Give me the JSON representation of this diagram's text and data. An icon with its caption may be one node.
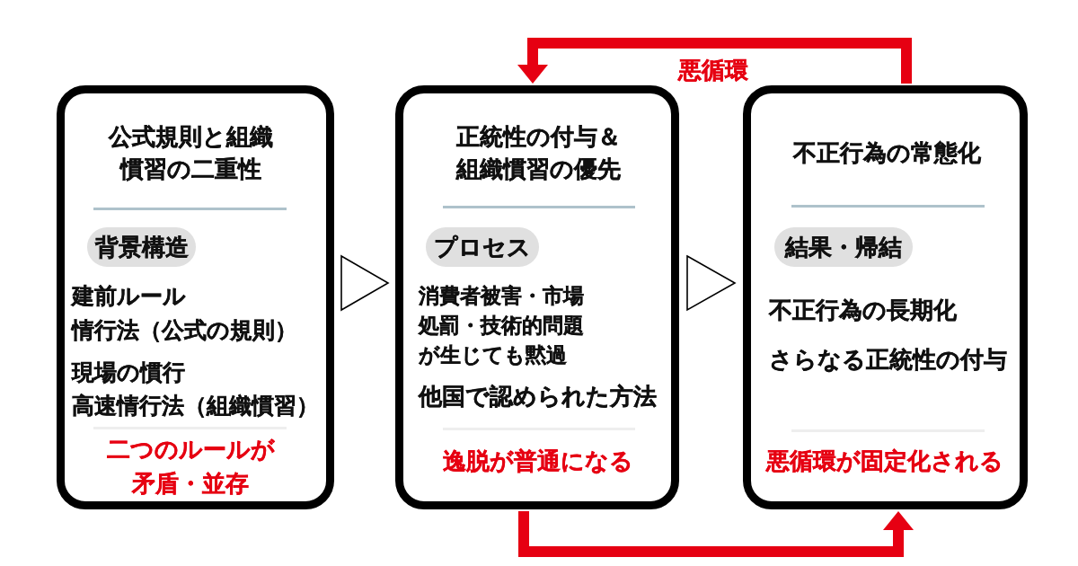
{
  "diagram": {
    "nodes": [
      {
        "text": [
          "公式規則と組織慣習の二重性",
          "建前ルール",
          "情行法（公式の規則）",
          "現場の慣行",
          "高速情行法（組織慣習）",
          "二つのルールが矛盾・並存"
        ]
      },
      {
        "text": [
          "背景構造"
        ],
        "in": 0
      },
      {
        "text": [
          "正統性の付与＆組織慣習の優先",
          "消費者被害・市場処罰・技術的問題が生じても黙過",
          "他国で認められた方法",
          "逸脱が普通になる"
        ]
      },
      {
        "text": [
          "プロセス"
        ],
        "in": 2
      },
      {
        "text": [
          "不正行為の常態化",
          "不正行為の長期化",
          "さらなる正統性の付与",
          "悪循環が固定化される"
        ]
      },
      {
        "text": [
          "結果・帰結"
        ],
        "in": 4
      }
    ],
    "edges": [
      {
        "from": 0,
        "to": 2,
        "arrow": "to"
      },
      {
        "from": 2,
        "to": 4,
        "arrow": "to"
      },
      {
        "from": 4,
        "to": 2,
        "arrow": "to",
        "label": "悪循環",
        "style": "thick",
        "color": "#e60012"
      },
      {
        "from": 2,
        "to": 4,
        "arrow": "to",
        "style": "thick",
        "color": "#e60012"
      }
    ]
  }
}
